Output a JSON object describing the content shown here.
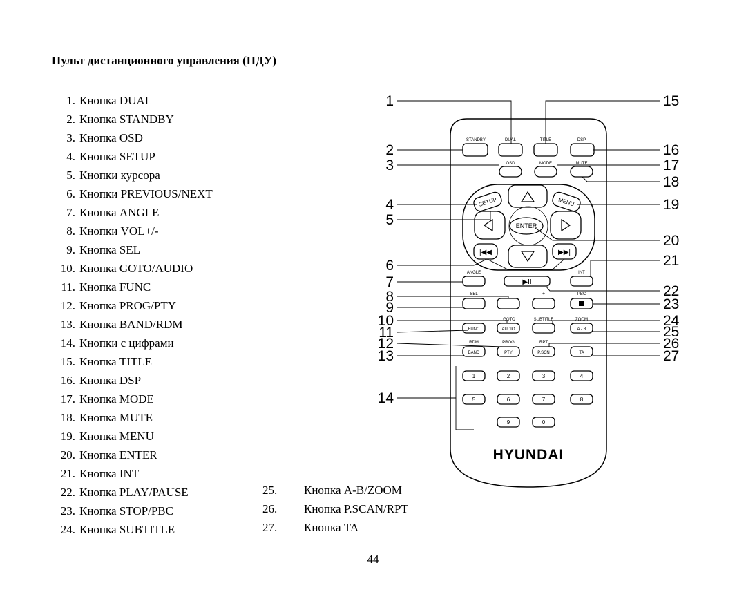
{
  "title": "Пульт дистанционного управления (ПДУ)",
  "items_left": [
    {
      "n": "1.",
      "t": "Кнопка DUAL"
    },
    {
      "n": "2.",
      "t": "Кнопка STANDBY"
    },
    {
      "n": "3.",
      "t": "Кнопка OSD"
    },
    {
      "n": "4.",
      "t": "Кнопка SETUP"
    },
    {
      "n": "5.",
      "t": "Кнопки курсора"
    },
    {
      "n": "6.",
      "t": "Кнопки PREVIOUS/NEXT"
    },
    {
      "n": "7.",
      "t": "Кнопка ANGLE"
    },
    {
      "n": "8.",
      "t": "Кнопки VOL+/-"
    },
    {
      "n": "9.",
      "t": "Кнопка SEL"
    },
    {
      "n": "10.",
      "t": "Кнопка GOTO/AUDIO"
    },
    {
      "n": "11.",
      "t": "Кнопка FUNC"
    },
    {
      "n": "12.",
      "t": "Кнопка PROG/PTY"
    },
    {
      "n": "13.",
      "t": "Кнопка BAND/RDM"
    },
    {
      "n": "14.",
      "t": "Кнопки с цифрами"
    },
    {
      "n": "15.",
      "t": "Кнопка TITLE"
    },
    {
      "n": "16.",
      "t": "Кнопка DSP"
    },
    {
      "n": "17.",
      "t": "Кнопка MODE"
    },
    {
      "n": "18.",
      "t": "Кнопка MUTE"
    },
    {
      "n": "19.",
      "t": "Кнопка MENU"
    },
    {
      "n": "20.",
      "t": "Кнопка ENTER"
    },
    {
      "n": "21.",
      "t": "Кнопка INT"
    },
    {
      "n": "22.",
      "t": "Кнопка PLAY/PAUSE"
    },
    {
      "n": "23.",
      "t": "Кнопка STOP/PBC"
    },
    {
      "n": "24.",
      "t": "Кнопка SUBTITLE"
    }
  ],
  "items_right": [
    {
      "n": "25.",
      "t": "Кнопка A-B/ZOOM"
    },
    {
      "n": "26.",
      "t": "Кнопка P.SCAN/RPT"
    },
    {
      "n": "27.",
      "t": "Кнопка TA"
    }
  ],
  "page_number": "44",
  "remote": {
    "brand": "HYUNDAI",
    "labels": {
      "standby": "STANDBY",
      "dual": "DUAL",
      "title": "TITLE",
      "dsp": "DSP",
      "osd": "OSD",
      "mode": "MODE",
      "mute": "MUTE",
      "setup": "SETUP",
      "menu": "MENU",
      "enter": "ENTER",
      "angle": "ANGLE",
      "int": "INT",
      "sel": "SEL",
      "plus": "+",
      "pbc": "PBC",
      "goto": "GOTO",
      "subtitle": "SUBTITLE",
      "zoom": "ZOOM",
      "func": "FUNC",
      "audio": "AUDIO",
      "ab": "A - B",
      "rdm": "RDM",
      "prog": "PROG",
      "rpt": "RPT",
      "band": "BAND",
      "pty": "PTY",
      "pscn": "P.SCN",
      "ta": "TA"
    },
    "digits": [
      "1",
      "2",
      "3",
      "4",
      "5",
      "6",
      "7",
      "8",
      "9",
      "0"
    ],
    "callouts_left": [
      "1",
      "2",
      "3",
      "4",
      "5",
      "6",
      "7",
      "8",
      "9",
      "10",
      "11",
      "12",
      "13",
      "14"
    ],
    "callouts_right": [
      "15",
      "16",
      "17",
      "18",
      "19",
      "20",
      "21",
      "22",
      "23",
      "24",
      "25",
      "26",
      "27"
    ]
  }
}
